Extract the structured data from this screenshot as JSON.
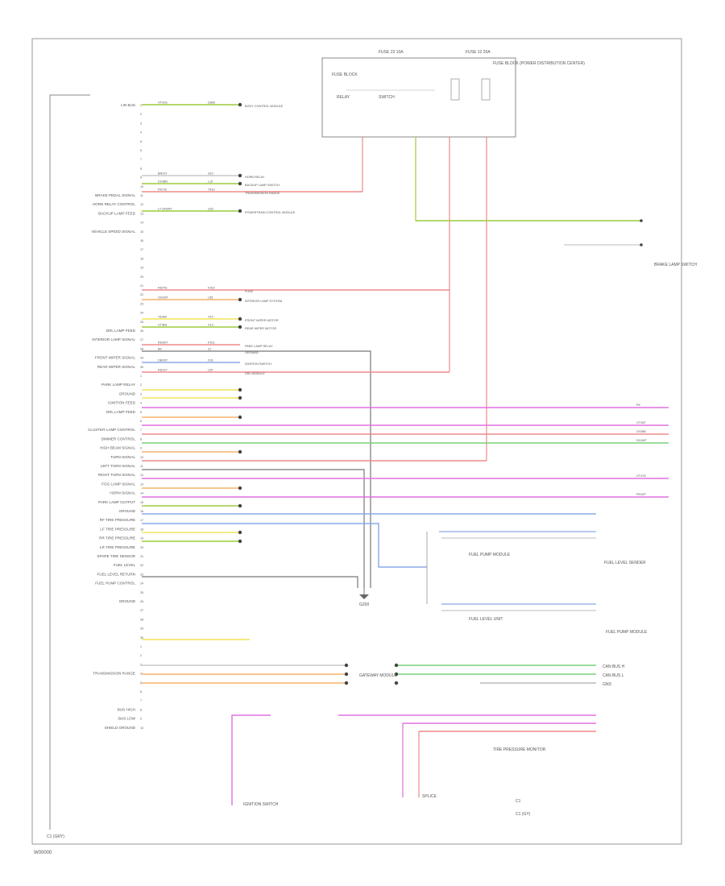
{
  "footer": {
    "code": "W00000"
  },
  "left_labels": [
    "LIN BUS",
    "",
    "",
    "",
    "",
    "",
    "",
    "",
    "",
    "",
    "BRAKE PEDAL SIGNAL",
    "HORN RELAY CONTROL",
    "BACKUP LAMP FEED",
    "",
    "VEHICLE SPEED SIGNAL",
    "",
    "",
    "",
    "",
    "",
    "",
    "",
    "",
    "",
    "",
    "DRL LAMP FEED",
    "INTERIOR LAMP SIGNAL",
    "",
    "FRONT WIPER SIGNAL",
    "REAR WIPER SIGNAL",
    "",
    "PARK LAMP RELAY",
    "GROUND",
    "IGNITION FEED",
    "DRL LAMP FEED",
    "",
    "CLUSTER LAMP CONTROL",
    "DIMMER CONTROL",
    "HIGH BEAM SIGNAL",
    "TURN SIGNAL",
    "LEFT TURN SIGNAL",
    "RIGHT TURN SIGNAL",
    "FOG LAMP SIGNAL",
    "HORN SIGNAL",
    "PARK LAMP OUTPUT",
    "GROUND",
    "RF TIRE PRESSURE",
    "LF TIRE PRESSURE",
    "RR TIRE PRESSURE",
    "LR TIRE PRESSURE",
    "SPARE TIRE SENSOR",
    "FUEL LEVEL",
    "FUEL LEVEL RETURN",
    "FUEL PUMP CONTROL",
    "",
    "GROUND",
    "",
    "",
    "",
    "",
    "",
    "",
    "",
    "TRANSMISSION RANGE",
    "",
    "",
    "",
    "BUS HIGH",
    "BUS LOW",
    "SHIELD GROUND"
  ],
  "pin_labels": [
    "1",
    "2",
    "3",
    "4",
    "5",
    "6",
    "7",
    "8",
    "9",
    "10",
    "11",
    "12",
    "13",
    "14",
    "15",
    "16",
    "17",
    "18",
    "19",
    "20",
    "21",
    "22",
    "23",
    "24",
    "25",
    "26",
    "27",
    "28",
    "29",
    "30"
  ],
  "wires": [
    {
      "color_code": "VT/OG",
      "circuit": "D800",
      "dest": "BODY CONTROL MODULE"
    },
    {
      "color_code": "BN/GY",
      "circuit": "S10",
      "dest": "HORN RELAY"
    },
    {
      "color_code": "DG/BN",
      "circuit": "L10",
      "dest": "BACKUP LAMP SWITCH"
    },
    {
      "color_code": "PK/YE",
      "circuit": "T410",
      "dest": "TRANSMISSION RANGE"
    },
    {
      "color_code": "LT GN/WT",
      "circuit": "G22",
      "dest": "POWERTRAIN CONTROL MODULE"
    },
    {
      "color_code": "RD/YE",
      "circuit": "F202",
      "dest": "FUSE"
    },
    {
      "color_code": "OG/WT",
      "circuit": "L55",
      "dest": "INTERIOR LAMP SYSTEM"
    },
    {
      "color_code": "YE/BK",
      "circuit": "V10",
      "dest": "FRONT WIPER MOTOR"
    },
    {
      "color_code": "VT/BN",
      "circuit": "V13",
      "dest": "REAR WIPER MOTOR"
    },
    {
      "color_code": "RD/WT",
      "circuit": "F201",
      "dest": "PARK LAMP RELAY"
    },
    {
      "color_code": "BK",
      "circuit": "Z1",
      "dest": "GROUND"
    },
    {
      "color_code": "DB/WT",
      "circuit": "F33",
      "dest": "IGNITION SWITCH"
    },
    {
      "color_code": "RD/GY",
      "circuit": "L50",
      "dest": "DRL MODULE"
    }
  ],
  "right_wire_labels": [
    "PK",
    "VT/WT",
    "OG/BK",
    "DG/WT",
    "VT/OG",
    "PK/WT"
  ],
  "module_box": {
    "title": "FUSE BLOCK",
    "fuse_a": "FUSE 23 10A",
    "fuse_b": "FUSE 12 20A",
    "label_a": "RELAY",
    "label_b": "SWITCH",
    "note": "FUSE BLOCK (POWER DISTRIBUTION CENTER)"
  },
  "right_components": {
    "brake_switch": "BRAKE LAMP SWITCH",
    "fuel_sender_top": "FUEL LEVEL SENDER",
    "fuel_pump_module": "FUEL PUMP MODULE",
    "fuel_level_unit": "FUEL LEVEL UNIT",
    "fuel_pump_block": "FUEL PUMP MODULE",
    "bus_labels": [
      "CAN BUS H",
      "CAN BUS L",
      "GND"
    ],
    "gateway": "GATEWAY MODULE",
    "tpms": "TIRE PRESSURE MONITOR",
    "bottom_switch": "IGNITION SWITCH",
    "splice": "SPLICE",
    "legend_a": "C1",
    "legend_b": "C1 (GY)"
  },
  "left_bottom_label": "C1 (GRY)",
  "ground_label": "G200"
}
